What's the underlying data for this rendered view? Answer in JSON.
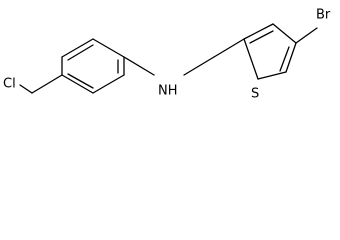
{
  "molecule": {
    "atoms": {
      "cl": "Cl",
      "nh": "NH",
      "s": "S",
      "br": "Br"
    }
  }
}
